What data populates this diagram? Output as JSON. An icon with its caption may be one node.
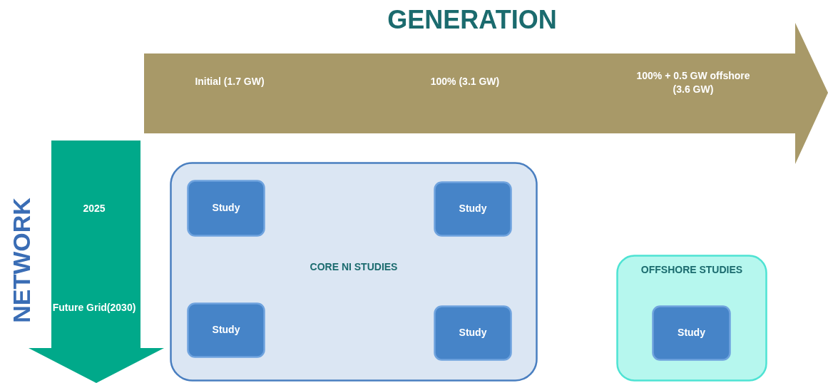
{
  "diagram": {
    "nodes": [
      {
        "text": [
          "GENERATION",
          "Initial (1.7 GW)",
          "100% (3.1 GW)",
          "100% + 0.5 GW offshore (3.6 GW)"
        ]
      },
      {
        "text": [
          "NETWORK",
          "2025",
          "Future Grid(2030)"
        ]
      },
      {
        "text": [
          "CORE NI STUDIES"
        ]
      },
      {
        "text": [
          "Study"
        ],
        "in": 2
      },
      {
        "text": [
          "Study"
        ],
        "in": 2
      },
      {
        "text": [
          "Study"
        ],
        "in": 2
      },
      {
        "text": [
          "Study"
        ],
        "in": 2
      },
      {
        "text": [
          "OFFSHORE STUDIES"
        ]
      },
      {
        "text": [
          "Study"
        ],
        "in": 7
      }
    ]
  }
}
